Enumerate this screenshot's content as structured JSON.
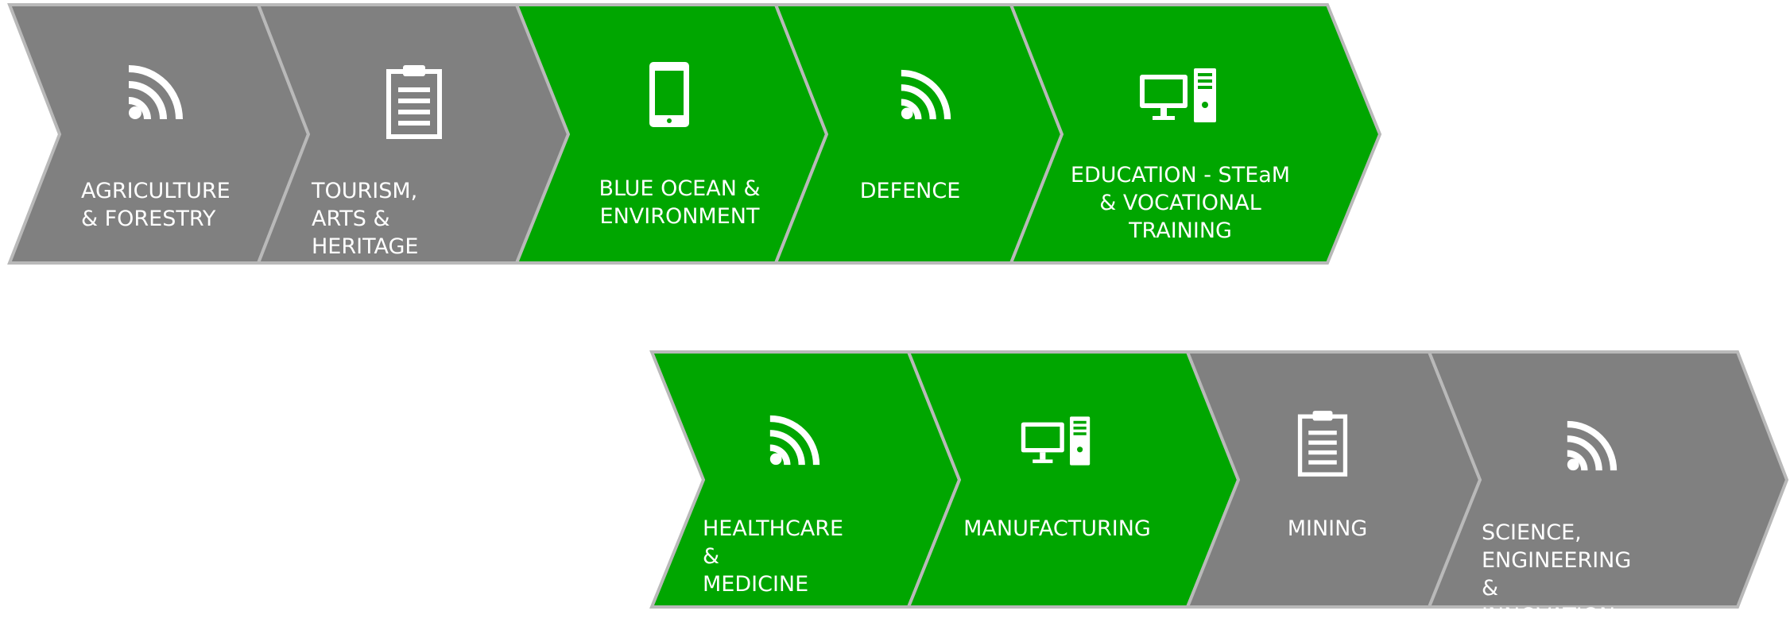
{
  "colors": {
    "green": "#00A600",
    "grey": "#808080",
    "separator": "#b9b9b9",
    "text": "#ffffff"
  },
  "sectors": [
    {
      "id": "agriculture",
      "label": "AGRICULTURE\n& FORESTRY",
      "color": "grey",
      "icon": "wifi-signal-icon"
    },
    {
      "id": "tourism",
      "label": "TOURISM, ARTS &\nHERITAGE",
      "color": "grey",
      "icon": "clipboard-icon"
    },
    {
      "id": "blue-ocean",
      "label": "BLUE OCEAN &\nENVIRONMENT",
      "color": "green",
      "icon": "smartphone-icon"
    },
    {
      "id": "defence",
      "label": "DEFENCE",
      "color": "green",
      "icon": "wifi-signal-icon"
    },
    {
      "id": "education",
      "label": "EDUCATION  - STEaM\n& VOCATIONAL\nTRAINING",
      "color": "green",
      "icon": "desktop-computer-icon"
    },
    {
      "id": "healthcare",
      "label": "HEALTHCARE &\nMEDICINE",
      "color": "green",
      "icon": "wifi-signal-icon"
    },
    {
      "id": "manufacturing",
      "label": "MANUFACTURING",
      "color": "green",
      "icon": "desktop-computer-icon"
    },
    {
      "id": "mining",
      "label": "MINING",
      "color": "grey",
      "icon": "clipboard-icon"
    },
    {
      "id": "science",
      "label": "SCIENCE, ENGINEERING\n& INNOVATION",
      "color": "grey",
      "icon": "wifi-signal-icon"
    }
  ]
}
